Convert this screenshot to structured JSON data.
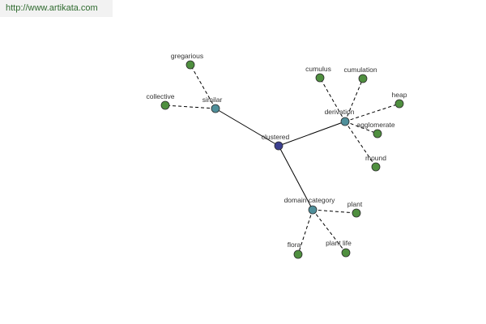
{
  "banner": {
    "url": "http://www.artikata.com"
  },
  "colors": {
    "center": "#3b3f8f",
    "hub": "#4f8f9a",
    "leaf": "#4f8f3f"
  },
  "graph": {
    "nodes": [
      {
        "id": "clustered",
        "label": "clustered",
        "kind": "center"
      },
      {
        "id": "similar",
        "label": "similar",
        "kind": "hub"
      },
      {
        "id": "derivation",
        "label": "derivation",
        "kind": "hub"
      },
      {
        "id": "domain-category",
        "label": "domain category",
        "kind": "hub"
      },
      {
        "id": "gregarious",
        "label": "gregarious",
        "kind": "leaf"
      },
      {
        "id": "collective",
        "label": "collective",
        "kind": "leaf"
      },
      {
        "id": "cumulus",
        "label": "cumulus",
        "kind": "leaf"
      },
      {
        "id": "cumulation",
        "label": "cumulation",
        "kind": "leaf"
      },
      {
        "id": "heap",
        "label": "heap",
        "kind": "leaf"
      },
      {
        "id": "agglomerate",
        "label": "agglomerate",
        "kind": "leaf"
      },
      {
        "id": "mound",
        "label": "mound",
        "kind": "leaf"
      },
      {
        "id": "plant",
        "label": "plant",
        "kind": "leaf"
      },
      {
        "id": "flora",
        "label": "flora",
        "kind": "leaf"
      },
      {
        "id": "plant-life",
        "label": "plant life",
        "kind": "leaf"
      }
    ],
    "edges": [
      {
        "from": "clustered",
        "to": "similar",
        "style": "solid"
      },
      {
        "from": "clustered",
        "to": "derivation",
        "style": "solid"
      },
      {
        "from": "clustered",
        "to": "domain-category",
        "style": "solid"
      },
      {
        "from": "similar",
        "to": "gregarious",
        "style": "dashed"
      },
      {
        "from": "similar",
        "to": "collective",
        "style": "dashed"
      },
      {
        "from": "derivation",
        "to": "cumulus",
        "style": "dashed"
      },
      {
        "from": "derivation",
        "to": "cumulation",
        "style": "dashed"
      },
      {
        "from": "derivation",
        "to": "heap",
        "style": "dashed"
      },
      {
        "from": "derivation",
        "to": "agglomerate",
        "style": "dashed"
      },
      {
        "from": "derivation",
        "to": "mound",
        "style": "dashed"
      },
      {
        "from": "domain-category",
        "to": "plant",
        "style": "dashed"
      },
      {
        "from": "domain-category",
        "to": "flora",
        "style": "dashed"
      },
      {
        "from": "domain-category",
        "to": "plant-life",
        "style": "dashed"
      }
    ]
  }
}
